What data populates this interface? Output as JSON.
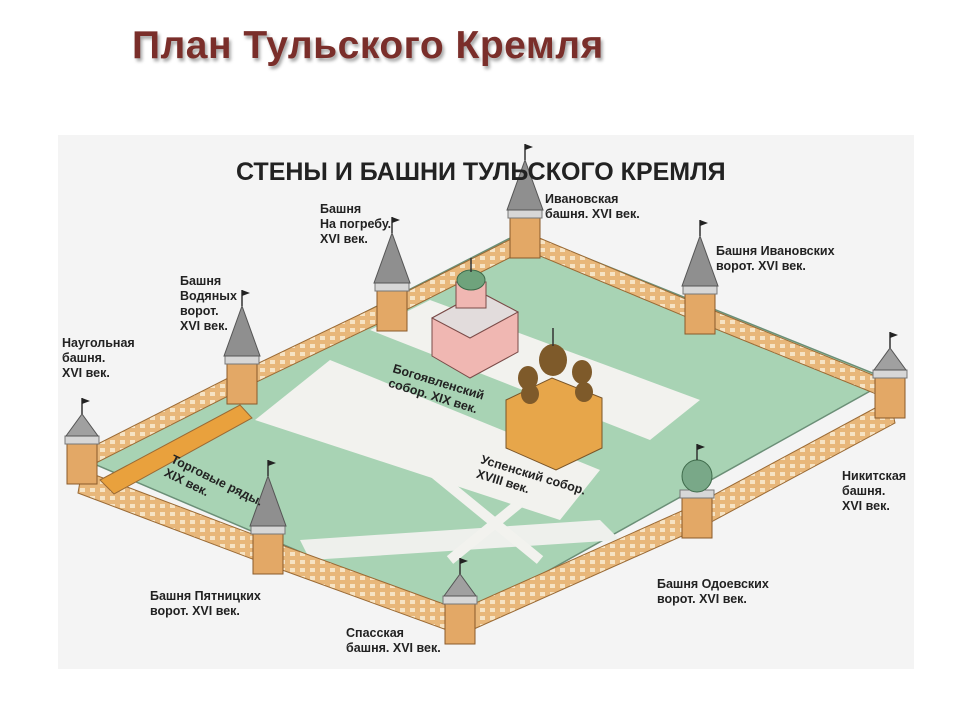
{
  "slide": {
    "title": "План Тульского Кремля"
  },
  "diagram": {
    "heading": "СТЕНЫ И БАШНИ ТУЛЬСКОГО КРЕМЛЯ",
    "labels": {
      "ivanovskaya": [
        "Ивановская",
        "башня. XVI век."
      ],
      "na_pogrebu": [
        "Башня",
        "На погребу.",
        "XVI век."
      ],
      "ivanovskih_vorot": [
        "Башня Ивановских",
        "ворот. XVI век."
      ],
      "vodyanyh_vorot": [
        "Башня",
        "Водяных",
        "ворот.",
        "XVI век."
      ],
      "naugolnaya": [
        "Наугольная",
        "башня.",
        "XVI век."
      ],
      "bogoyavlensky": [
        "Богоявленский",
        "собор. XIX век."
      ],
      "torgovye_ryady": [
        "Торговые ряды.",
        "XIX век."
      ],
      "uspensky": [
        "Успенский собор.",
        "XVIII век."
      ],
      "nikitskaya": [
        "Никитская",
        "башня.",
        "XVI век."
      ],
      "pyatnitskih_vorot": [
        "Башня Пятницких",
        "ворот. XVI век."
      ],
      "odoevskih_vorot": [
        "Башня Одоевских",
        "ворот. XVI век."
      ],
      "spasskaya": [
        "Спасская",
        "башня. XVI век."
      ]
    }
  },
  "colors": {
    "title": "#7a2e2a",
    "lawn": "#a8d3b4",
    "wall": "#e8b77a",
    "wall_dark": "#c98d4e",
    "roof": "#8a8a8a"
  }
}
